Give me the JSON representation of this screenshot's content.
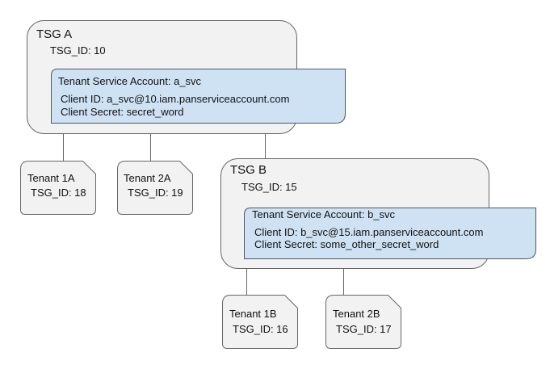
{
  "diagram": {
    "tsg_a": {
      "title": "TSG A",
      "id_label": "TSG_ID: 10",
      "service_account": {
        "title": "Tenant Service Account: a_svc",
        "client_id": "Client ID: a_svc@10.iam.panserviceaccount.com",
        "client_secret": "Client Secret: secret_word"
      },
      "tenants": [
        {
          "title": "Tenant 1A",
          "id_label": "TSG_ID: 18"
        },
        {
          "title": "Tenant 2A",
          "id_label": "TSG_ID: 19"
        }
      ]
    },
    "tsg_b": {
      "title": "TSG B",
      "id_label": "TSG_ID: 15",
      "service_account": {
        "title": "Tenant Service Account: b_svc",
        "client_id": "Client ID: b_svc@15.iam.panserviceaccount.com",
        "client_secret": "Client Secret: some_other_secret_word"
      },
      "tenants": [
        {
          "title": "Tenant 1B",
          "id_label": "TSG_ID: 16"
        },
        {
          "title": "Tenant 2B",
          "id_label": "TSG_ID: 17"
        }
      ]
    },
    "colors": {
      "tsg_fill": "#f2f2f2",
      "tsg_border": "#666666",
      "account_fill": "#cfe2f3",
      "account_border": "#4d5866",
      "connector": "#666666",
      "text": "#111111",
      "background": "#ffffff"
    }
  }
}
